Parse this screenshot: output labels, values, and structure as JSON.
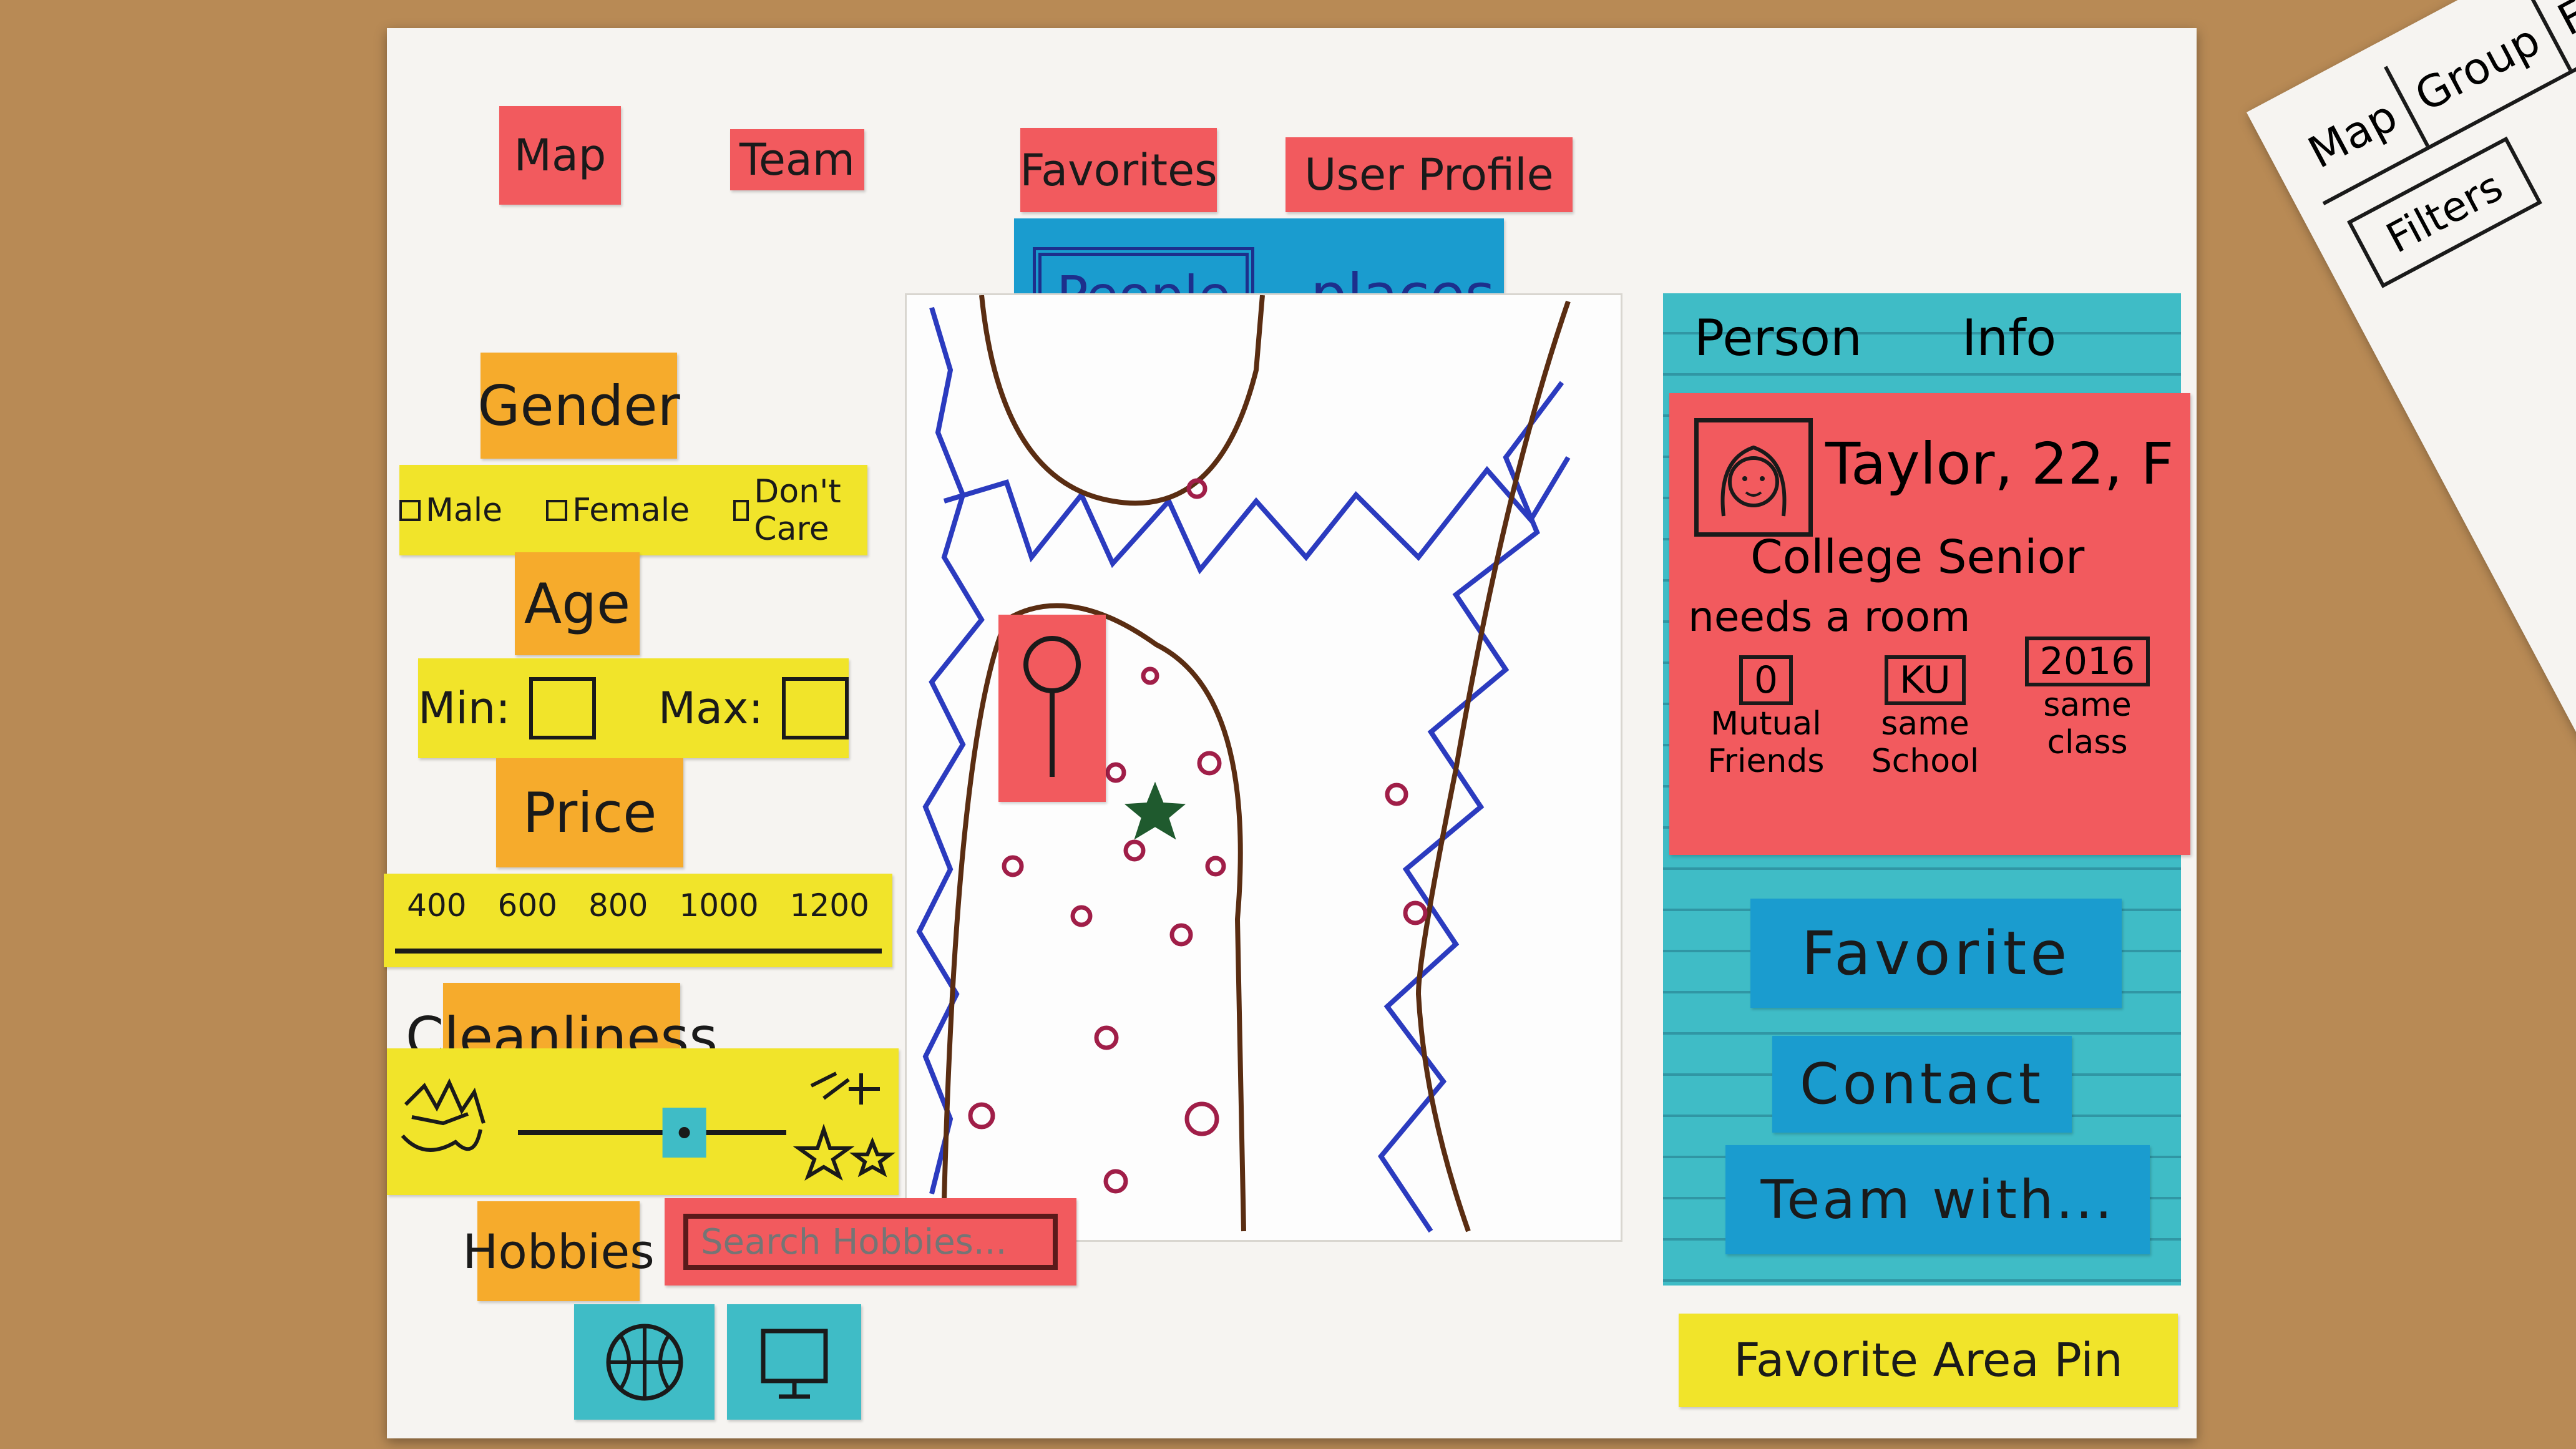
{
  "nav": {
    "map": "Map",
    "team": "Team",
    "favorites": "Favorites",
    "user_profile": "User Profile"
  },
  "map_toggle": {
    "people": "People",
    "places": "places"
  },
  "filters": {
    "gender": {
      "label": "Gender",
      "options": [
        "Male",
        "Female",
        "Don't Care"
      ]
    },
    "age": {
      "label": "Age",
      "min_label": "Min:",
      "max_label": "Max:"
    },
    "price": {
      "label": "Price",
      "ticks": [
        "400",
        "600",
        "800",
        "1000",
        "1200"
      ]
    },
    "cleanliness": {
      "label": "Cleanliness",
      "level": 0.62
    },
    "hobbies": {
      "label": "Hobbies",
      "search_placeholder": "Search Hobbies...",
      "icons": [
        "basketball-icon",
        "computer-icon"
      ]
    }
  },
  "person_info": {
    "header_left": "Person",
    "header_right": "Info",
    "name_line": "Taylor, 22, F",
    "occupation": "College Senior",
    "status": "needs a room",
    "stats": [
      {
        "value": "0",
        "label_1": "Mutual",
        "label_2": "Friends"
      },
      {
        "value": "KU",
        "label_1": "same",
        "label_2": "School"
      },
      {
        "value": "2016",
        "label_1": "same",
        "label_2": "class"
      }
    ],
    "actions": {
      "favorite": "Favorite",
      "contact": "Contact",
      "team_with": "Team with..."
    }
  },
  "favorite_area_pin": "Favorite Area Pin",
  "side_sheet": {
    "tab_map": "Map",
    "tab_group": "Group",
    "tab_fav": "Fa",
    "filters": "Filters"
  },
  "colors": {
    "red": "#f25a5e",
    "orange": "#f6ab2c",
    "yellow": "#f1e42a",
    "cyan": "#3fbcc6",
    "blue": "#1a9ccf",
    "table": "#b88a55",
    "paper": "#f6f4f1"
  }
}
